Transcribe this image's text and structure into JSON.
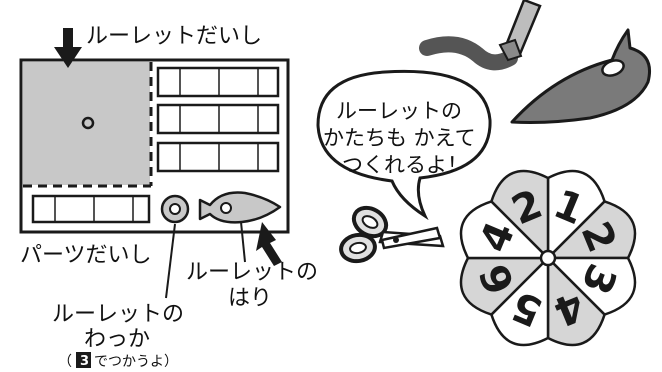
{
  "labels": {
    "spinner_board": "ルーレットだいし",
    "parts_board": "パーツだいし",
    "needle_line1": "ルーレットの",
    "needle_line2": "はり",
    "ring_line1": "ルーレットの",
    "ring_line2": "わっか",
    "ring_note_open": "（",
    "ring_note_badge": "3",
    "ring_note_text": "でつかうよ）"
  },
  "speech_bubble": {
    "line1": "ルーレットの",
    "line2": "かたちも かえて",
    "line3": "つくれるよ！"
  },
  "spinner_numbers": [
    "1",
    "2",
    "3",
    "4",
    "5",
    "6",
    "4",
    "2"
  ],
  "colors": {
    "outline": "#1a1a1a",
    "gray_fill": "#c8c8c8",
    "dark_gray": "#7a7a7a",
    "light_gray": "#e6e6e6"
  },
  "icons": [
    "down-arrow-icon",
    "up-arrow-icon",
    "scissors-icon",
    "pencil-icon",
    "spinner-needle-icon",
    "spinner-ring-icon"
  ]
}
